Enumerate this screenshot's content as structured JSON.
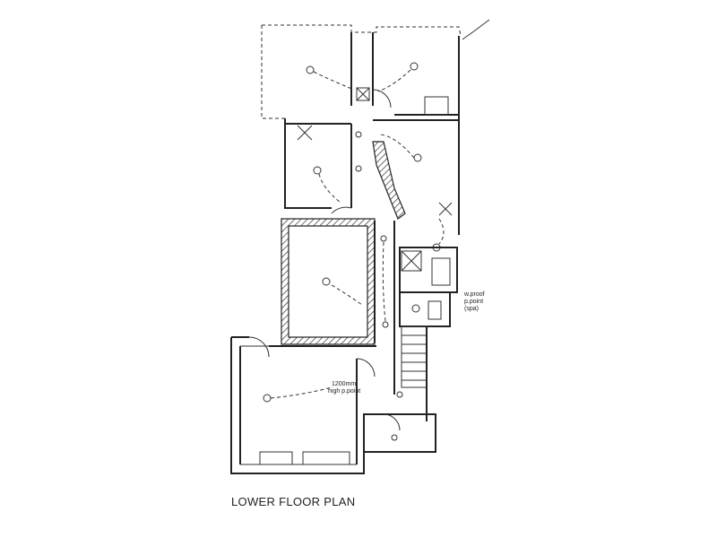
{
  "title": "LOWER FLOOR PLAN",
  "annotations": {
    "power_point_line1": "1200mm",
    "power_point_line2": "high p.point",
    "spa_line1": "w.proof",
    "spa_line2": "p.point",
    "spa_line3": "(spa)"
  },
  "colors": {
    "ink": "#222222",
    "background": "#ffffff"
  }
}
